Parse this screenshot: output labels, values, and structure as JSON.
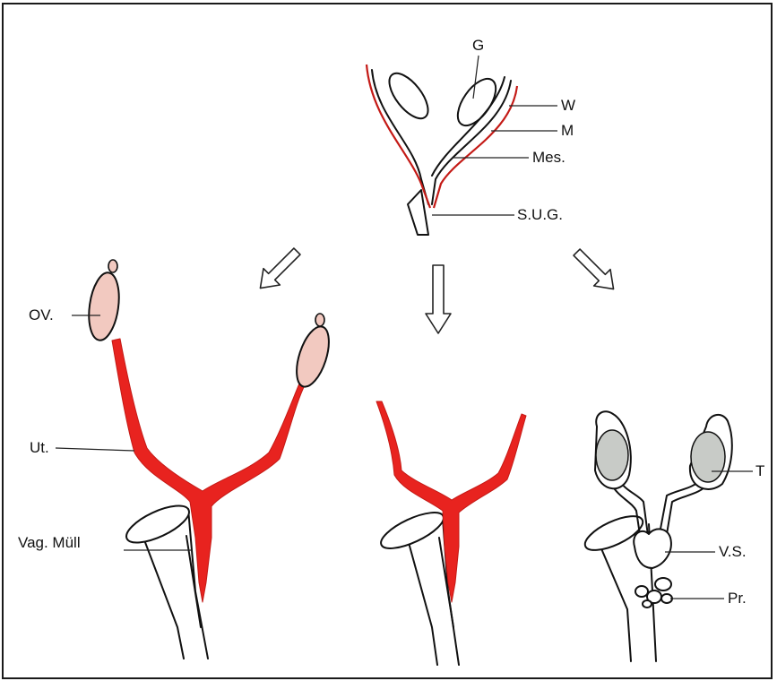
{
  "labels": {
    "g": "G",
    "w": "W",
    "m": "M",
    "mes": "Mes.",
    "sug": "S.U.G.",
    "ov": "OV.",
    "ut": "Ut.",
    "vag": "Vag. Müll",
    "t": "T",
    "vs": "V.S.",
    "pr": "Pr."
  },
  "colors": {
    "muller": "#e8231f",
    "wolffian": "#111111",
    "ovary": "#f2c9c0",
    "testis": "#c8cbc7",
    "border": "#1a1a1a"
  }
}
